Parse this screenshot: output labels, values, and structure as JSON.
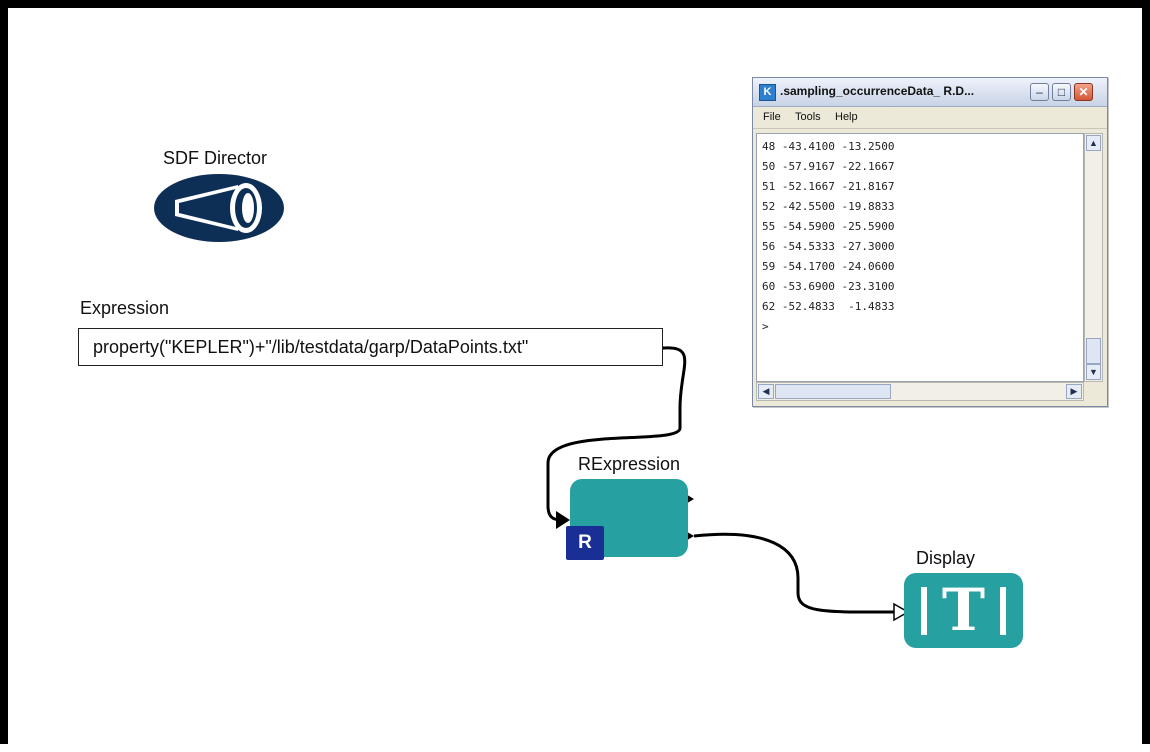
{
  "director": {
    "label": "SDF Director",
    "icon": "megaphone-icon"
  },
  "expression": {
    "label": "Expression",
    "value": "property(\"KEPLER\")+\"/lib/testdata/garp/DataPoints.txt\""
  },
  "rexpression": {
    "label": "RExpression",
    "badge": "R",
    "color": "#26a0a0",
    "badge_color": "#1a2f96"
  },
  "display": {
    "label": "Display",
    "glyph": "T",
    "icon": "text-display-icon"
  },
  "output_window": {
    "title": ".sampling_occurrenceData_ R.D...",
    "app_icon": "K",
    "menus": [
      "File",
      "Tools",
      "Help"
    ],
    "lines": [
      "48 -43.4100 -13.2500",
      "50 -57.9167 -22.1667",
      "51 -52.1667 -21.8167",
      "52 -42.5500 -19.8833",
      "55 -54.5900 -25.5900",
      "56 -54.5333 -27.3000",
      "59 -54.1700 -24.0600",
      "60 -53.6900 -23.3100",
      "62 -52.4833  -1.4833",
      ">"
    ]
  }
}
